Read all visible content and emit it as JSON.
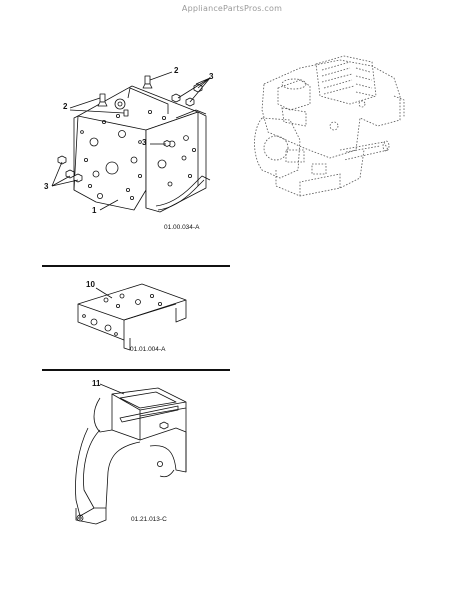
{
  "watermark": "AppliancePartsPros.com",
  "fig_top": {
    "code": "01.00.034-A",
    "callouts": {
      "a": "2",
      "b": "3",
      "c": "2",
      "d": "3",
      "e": "3",
      "f": "1"
    }
  },
  "fig_mid": {
    "code": "01.01.004-A",
    "callout": "10"
  },
  "fig_bot": {
    "code": "01.21.013-C",
    "callout": "11"
  }
}
